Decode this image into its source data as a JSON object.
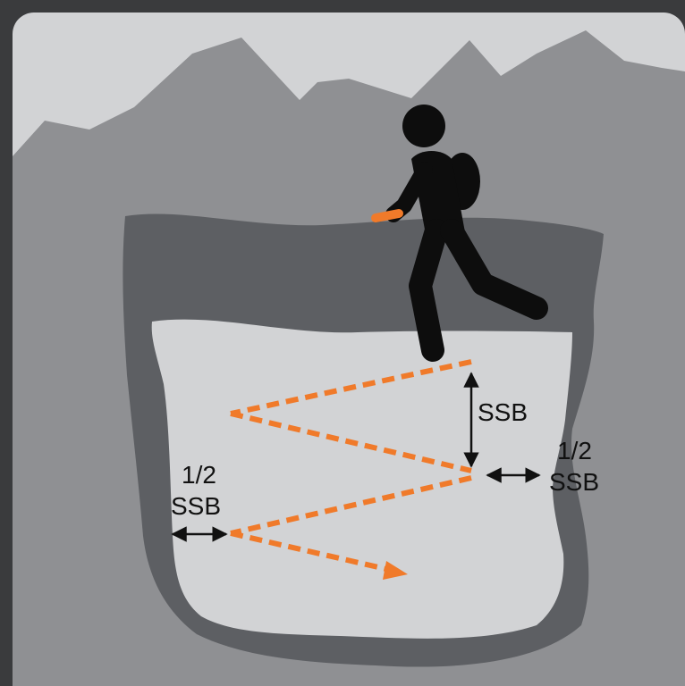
{
  "labels": {
    "ssb_vertical": "SSB",
    "half_right_top": "1/2",
    "half_right_bottom": "SSB",
    "half_left_top": "1/2",
    "half_left_bottom": "SSB"
  },
  "colors": {
    "frame": "#3a3b3d",
    "sky": "#d2d3d5",
    "mountains": "#8f9093",
    "ridge": "#949598",
    "snowpack": "#5d5f63",
    "search_area": "#d2d3d5",
    "path": "#f07a2a",
    "hiker": "#0d0d0d",
    "text": "#111111"
  },
  "icons": {
    "hiker": "hiker-with-transceiver-icon",
    "path_arrow": "arrow-head-icon",
    "double_arrow": "double-arrow-icon"
  }
}
